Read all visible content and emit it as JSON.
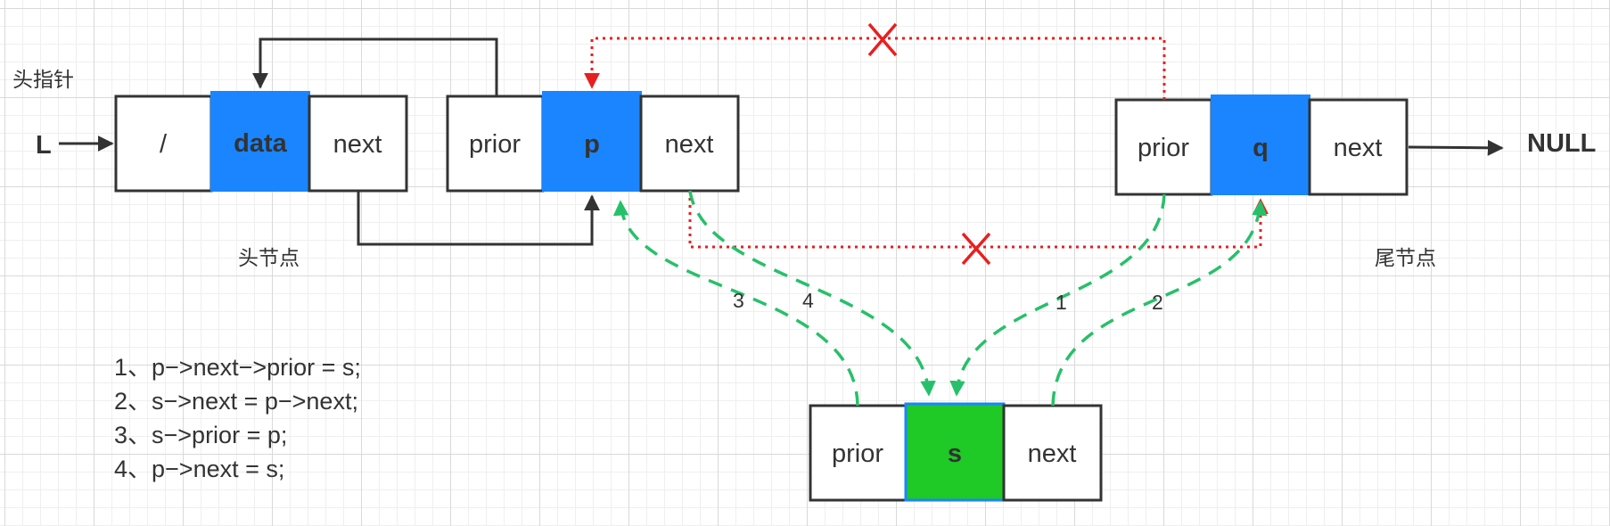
{
  "labels": {
    "head_pointer": "头指针",
    "head_node": "头节点",
    "tail_node": "尾节点",
    "L": "L",
    "null": "NULL"
  },
  "nodes": {
    "head": {
      "prior": "/",
      "data": "data",
      "next": "next"
    },
    "p": {
      "prior": "prior",
      "data": "p",
      "next": "next"
    },
    "q": {
      "prior": "prior",
      "data": "q",
      "next": "next"
    },
    "s": {
      "prior": "prior",
      "data": "s",
      "next": "next"
    }
  },
  "step_numbers": [
    "1",
    "2",
    "3",
    "4"
  ],
  "code_lines": [
    "1、p−>next−>prior = s;",
    "2、s−>next = p−>next;",
    "3、s−>prior = p;",
    "4、p−>next = s;"
  ],
  "colors": {
    "blue_cell": "#1a85ff",
    "green_cell": "#1fc926",
    "removed_link": "#e81f1f",
    "new_link": "#27c06a"
  }
}
